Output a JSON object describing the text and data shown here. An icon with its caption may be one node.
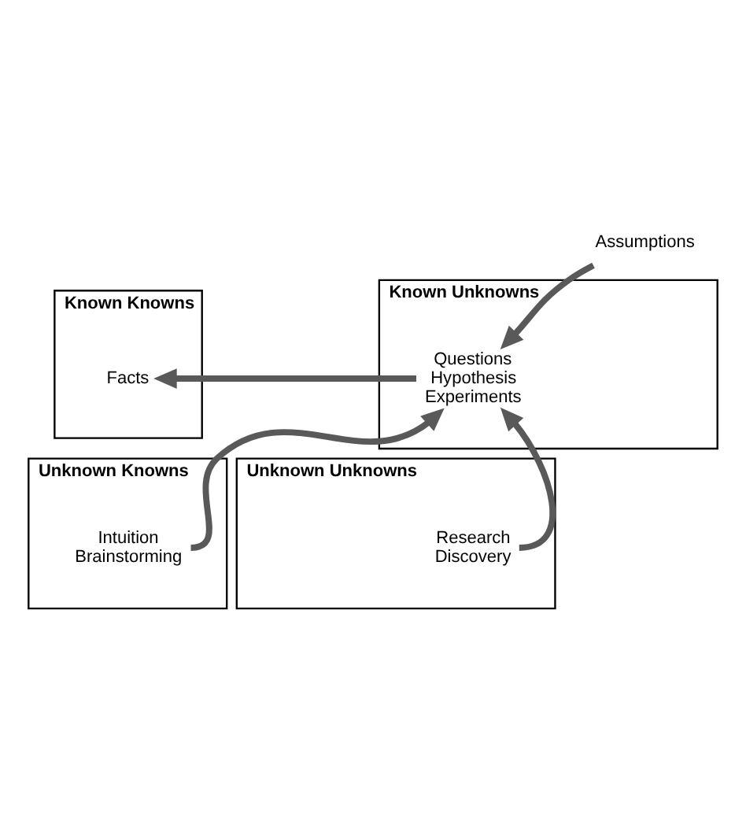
{
  "diagram": {
    "nodes": [
      {
        "text": [
          "Assumptions"
        ]
      },
      {
        "text": [
          "Known Knowns"
        ]
      },
      {
        "text": [
          "Facts"
        ],
        "in": 1
      },
      {
        "text": [
          "Known Unknowns"
        ]
      },
      {
        "text": [
          "Questions Hypothesis Experiments"
        ],
        "in": 3
      },
      {
        "text": [
          "Unknown Knowns"
        ]
      },
      {
        "text": [
          "Intuition Brainstorming"
        ],
        "in": 5
      },
      {
        "text": [
          "Unknown Unknowns"
        ]
      },
      {
        "text": [
          "Research Discovery"
        ],
        "in": 7
      }
    ],
    "edges": [
      {
        "from": 0,
        "to": 4,
        "arrow": "to"
      },
      {
        "from": 4,
        "to": 2,
        "arrow": "to"
      },
      {
        "from": 6,
        "to": 4,
        "arrow": "to"
      },
      {
        "from": 8,
        "to": 4,
        "arrow": "to"
      }
    ]
  }
}
